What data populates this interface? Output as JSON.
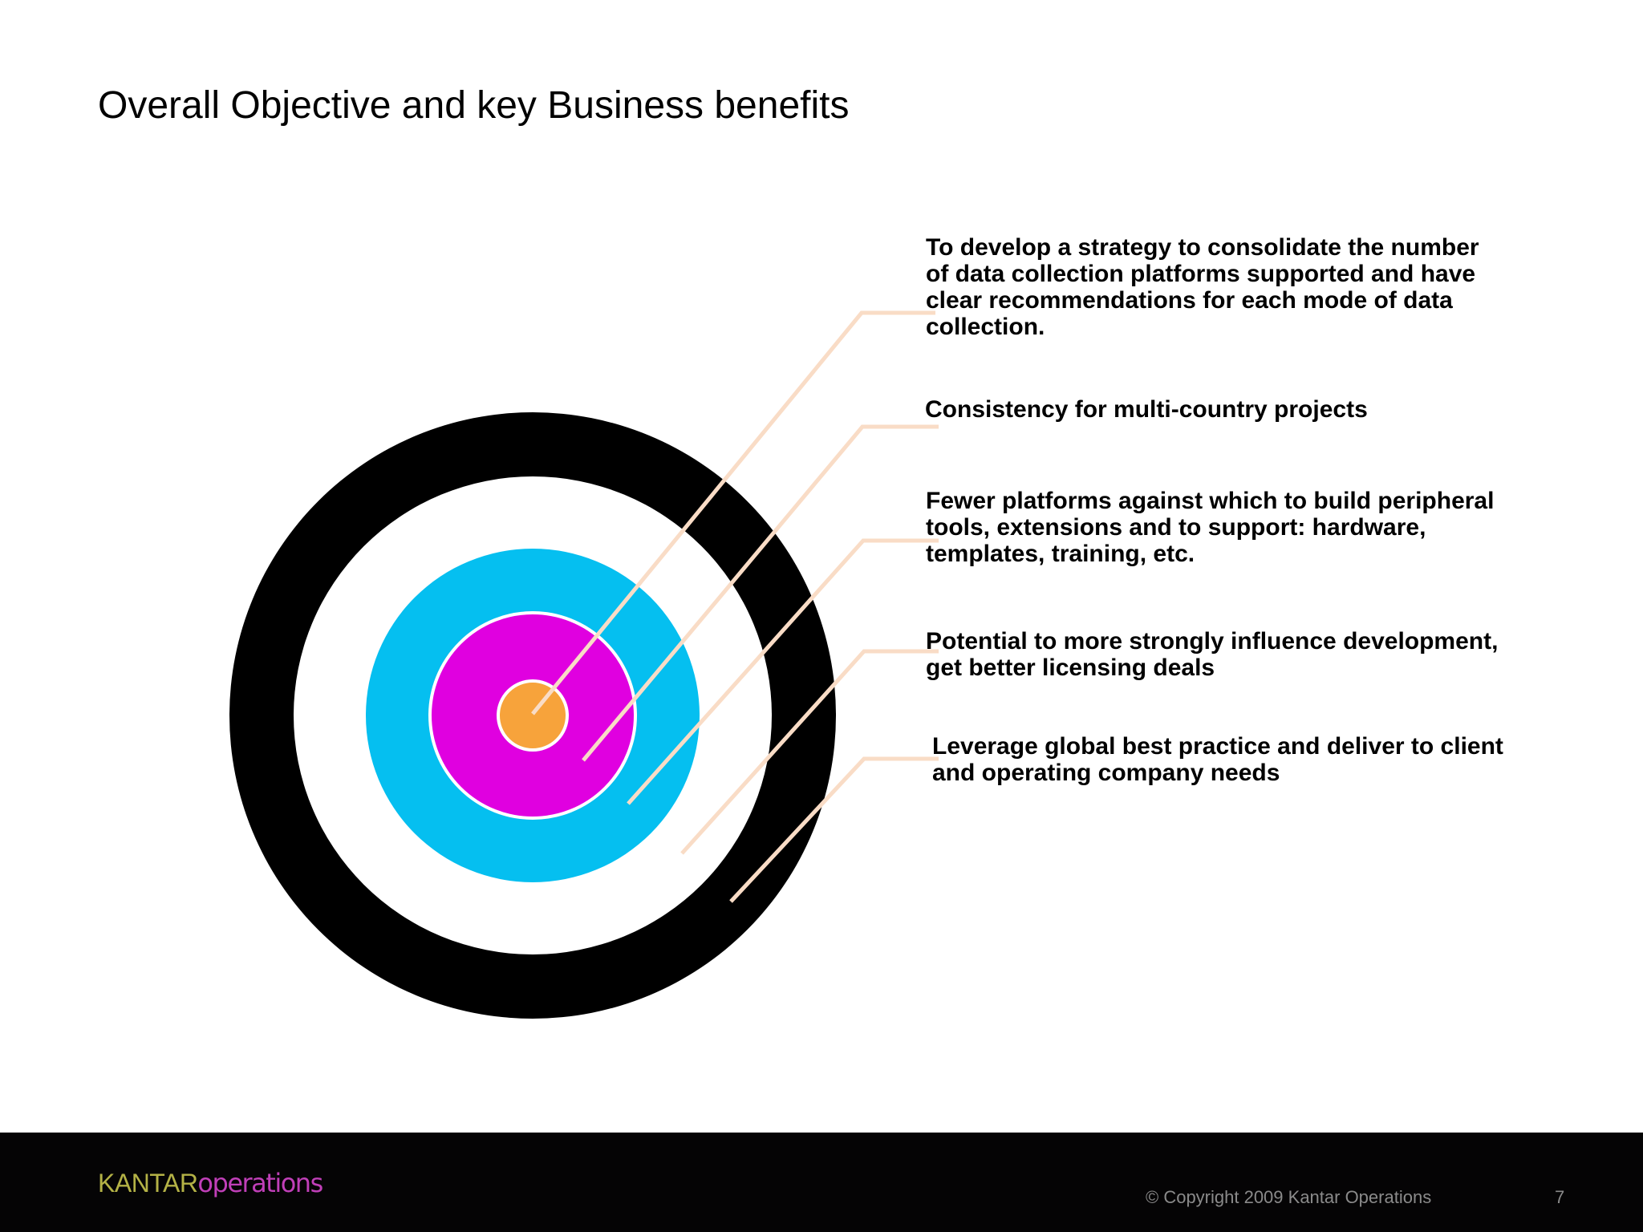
{
  "slide": {
    "title": "Overall Objective and key Business benefits",
    "benefits": [
      "To develop a strategy to consolidate the number of data collection platforms supported and have clear recommendations for each mode of data collection.",
      "Consistency for multi-country projects",
      "Fewer platforms against which to build peripheral tools, extensions and to support: hardware, templates, training, etc.",
      "Potential to more strongly influence development, get better licensing deals",
      "Leverage global best practice and deliver to client and operating company needs"
    ]
  },
  "footer": {
    "logo_kantar": "KANTAR",
    "logo_operations": "operations",
    "copyright": "© Copyright 2009 Kantar Operations",
    "page_number": "7"
  },
  "colors": {
    "outer_ring": "#000000",
    "blue_ring": "#05bff0",
    "magenta_ring": "#e000e0",
    "center_dot": "#f7a33b",
    "leader_lines": "#f9dcc6",
    "footer_bg": "#050405"
  }
}
